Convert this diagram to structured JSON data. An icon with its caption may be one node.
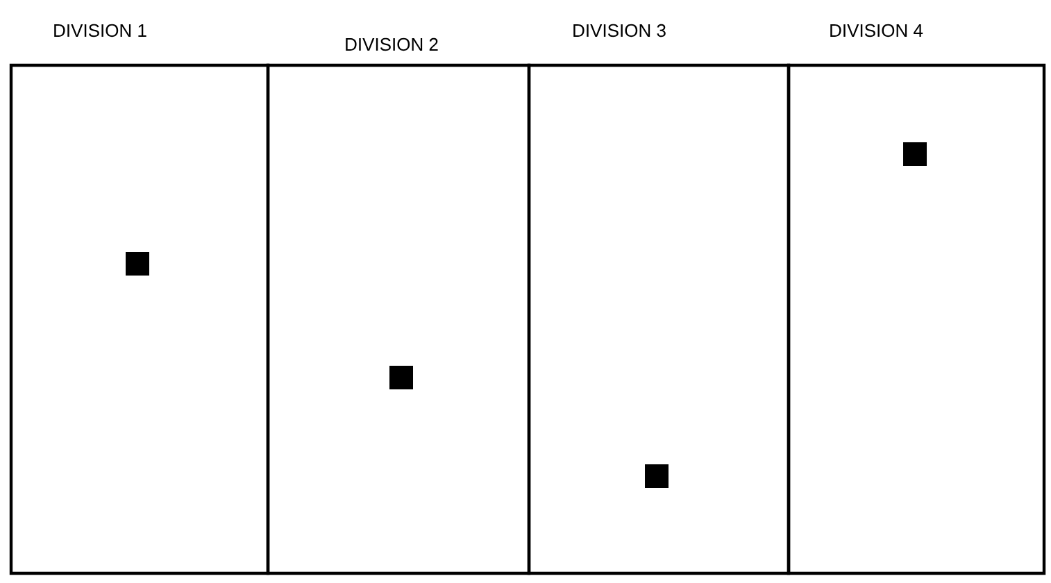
{
  "diagram": {
    "nodes": [
      {
        "text": [
          "DIVISION 1"
        ]
      },
      {
        "text": [
          "DIVISION 2"
        ]
      },
      {
        "text": [
          "DIVISION 3"
        ]
      },
      {
        "text": [
          "DIVISION 4"
        ]
      },
      {
        "text": [],
        "shape": "box",
        "in": 0
      },
      {
        "text": [],
        "shape": "box",
        "in": 1
      },
      {
        "text": [],
        "shape": "box",
        "in": 2
      },
      {
        "text": [],
        "shape": "box",
        "in": 3
      }
    ]
  }
}
